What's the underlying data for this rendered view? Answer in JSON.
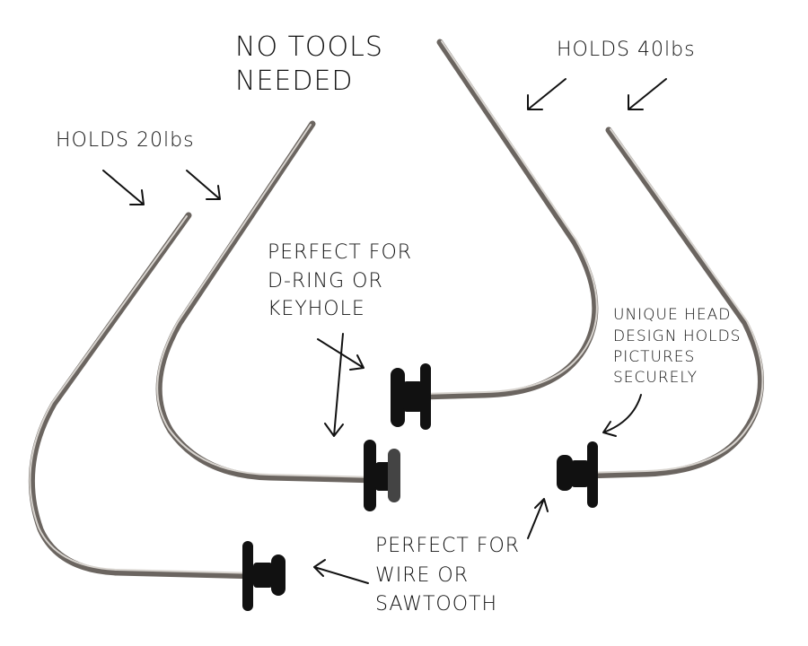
{
  "annotations": {
    "no_tools": [
      "NO TOOLS",
      "NEEDED"
    ],
    "holds_40": "HOLDS 40lbs",
    "holds_20": "HOLDS 20lbs",
    "dring": [
      "PERFECT FOR",
      "D-RING OR",
      "KEYHOLE"
    ],
    "unique_head": [
      "UNIQUE HEAD",
      "DESIGN HOLDS",
      "PICTURES",
      "SECURELY"
    ],
    "wire": [
      "PERFECT FOR",
      "WIRE OR",
      "SAWTOOTH"
    ]
  },
  "colors": {
    "wire": "#6b6560",
    "head": "#111111",
    "ink": "#111111"
  }
}
